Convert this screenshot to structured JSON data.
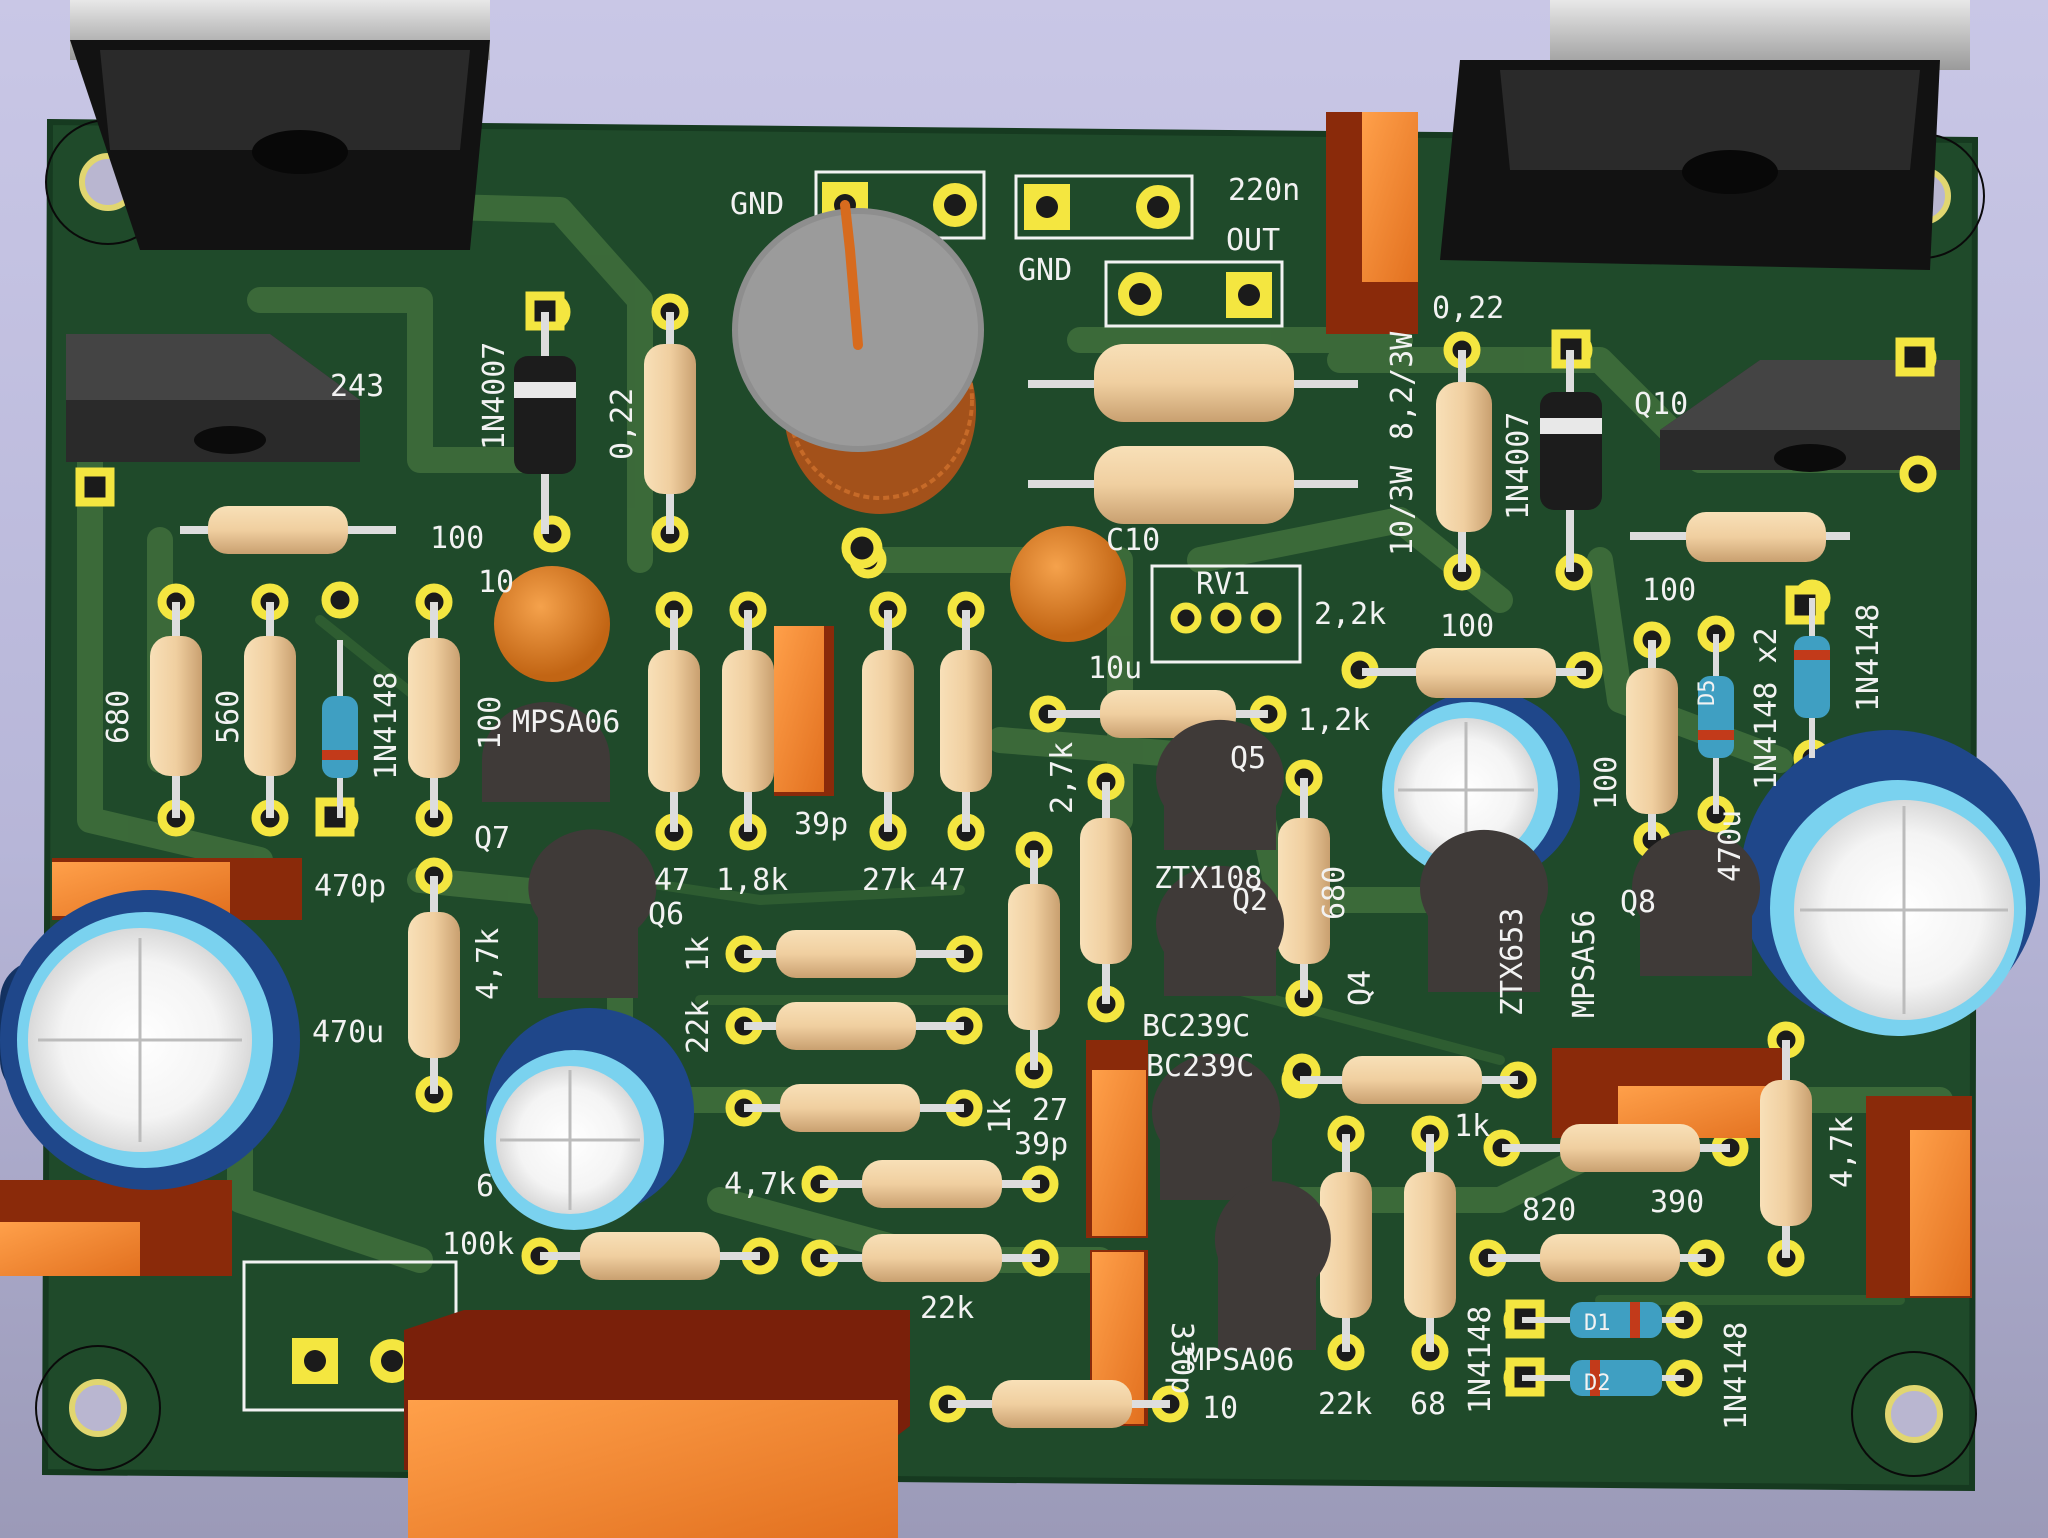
{
  "scene": {
    "kind": "KiCad 3D viewer render of an audio power amplifier PCB",
    "colors": {
      "background_top": "#c9c7e6",
      "background_bottom": "#9b9ab8",
      "board": "#1f4a2a",
      "copper": "#3f6a3c",
      "silkscreen": "#f2f2f2",
      "pad_gold": "#f4e640",
      "capacitor_film": "#f78a2e",
      "resistor_body": "#f0cfa0",
      "electrolytic_blue": "#1c3f7a",
      "transistor_black": "#1d1d1d"
    }
  },
  "labels": {
    "gnd_top_left": "GND",
    "gnd_top_mid": "GND",
    "out": "OUT",
    "cap_220n": "220n",
    "r_022_right": "0,22",
    "r_8_2_3w": "8,2/3W",
    "r_10_3w": "10/3W",
    "r_022_left": "0,22",
    "d_1n4007_left": "1N4007",
    "d_1n4007_right": "1N4007",
    "q_243": "243",
    "q_10": "Q10",
    "r_100_tl": "100",
    "r_100_tr": "100",
    "c10": "C10",
    "rv1": "RV1",
    "r_2_2k": "2,2k",
    "c_10u": "10u",
    "r_1_2k": "1,2k",
    "r_100_mid": "100",
    "r_10": "10",
    "r_680_left": "680",
    "r_560": "560",
    "d_1n4148_left": "1N4148",
    "r_100_left": "100",
    "q_mpsa06_top": "MPSA06",
    "q7": "Q7",
    "c_39p_top": "39p",
    "r_47_a": "47",
    "r_1_8k": "1,8k",
    "r_27k": "27k",
    "r_47_b": "47",
    "r_2_7k": "2,7k",
    "q5": "Q5",
    "q_ztx108": "ZTX108",
    "q2": "Q2",
    "r_680_right": "680",
    "q4": "Q4",
    "q_zt053": "ZTX653",
    "q_mpsa56": "MPSA56",
    "q8": "Q8",
    "c_470u_right": "470u",
    "r_100_right": "100",
    "d_1n4148_x2": "1N4148 x2",
    "d_1n4148_top_right": "1N4148",
    "c_470p": "470p",
    "c_470u_left": "470u",
    "r_4_7k_left": "4,7k",
    "q6": "Q6",
    "r_1k_a": "1k",
    "r_22k_a": "22k",
    "q_bc239c_a": "BC239C",
    "q_bc239c_b": "BC239C",
    "r_1k_b": "1k",
    "r_27": "27",
    "c_39p_bottom": "39p",
    "r_4_7k_mid": "4,7k",
    "r_1k_c": "1k",
    "r_820": "820",
    "r_390": "390",
    "r_4_7k_right": "4,7k",
    "r_100k": "100k",
    "r_22k_b": "22k",
    "c_330p": "330p",
    "q_mpsa06_bottom": "MPSA06",
    "r_22k_c": "22k",
    "r_68": "68",
    "d_1n4148_bottom_left": "1N4148",
    "d_1n4148_bottom_right": "1N4148",
    "r_10_bottom": "10",
    "c_6": "6",
    "d1": "D1",
    "d2": "D2",
    "d5": "D5"
  }
}
